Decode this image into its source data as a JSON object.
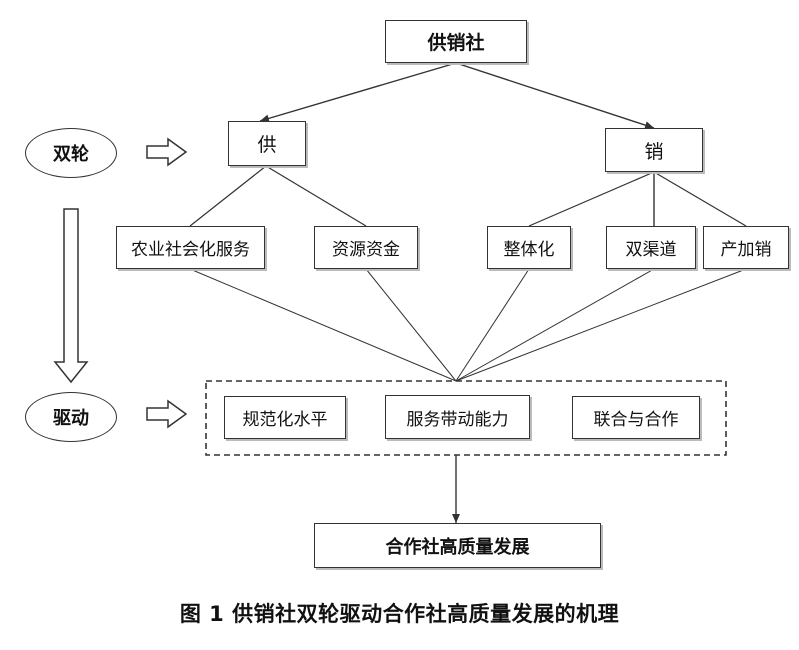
{
  "diagram": {
    "top": "供销社",
    "gong": "供",
    "xiao": "销",
    "shuanglun": "双轮",
    "qudong": "驱动",
    "gong_children": [
      "农业社会化服务",
      "资源资金"
    ],
    "xiao_children": [
      "整体化",
      "双渠道",
      "产加销"
    ],
    "drivers": [
      "规范化水平",
      "服务带动能力",
      "联合与合作"
    ],
    "result": "合作社高质量发展"
  },
  "caption": "图 1 供销社双轮驱动合作社高质量发展的机理"
}
